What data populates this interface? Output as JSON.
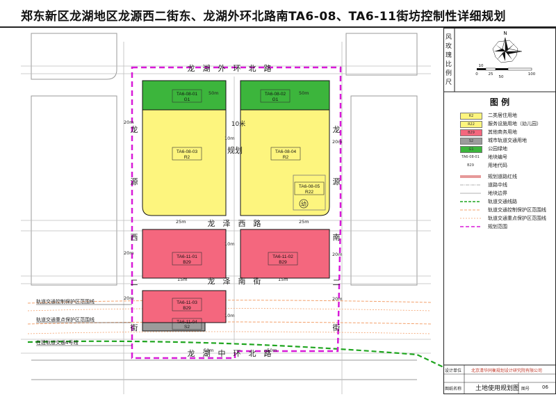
{
  "title": "郑东新区龙湖地区龙源西二街东、龙湖外环北路南TA6-08、TA6-11街坊控制性详细规划",
  "roads": {
    "top": "龙　湖　外　环　北　路",
    "mid": "龙　泽　西　路",
    "mid2": "龙　泽　南　街",
    "bottom": "龙　湖　中　环　北　路",
    "left": [
      "龙",
      "源",
      "西",
      "二",
      "街"
    ],
    "right": [
      "龙",
      "源",
      "南",
      "二",
      "街"
    ],
    "center": "规划",
    "ten_m": "10米"
  },
  "dims": {
    "d50": "50m",
    "d20": "20m",
    "d10": "10m",
    "d25": "25m",
    "d15": "15m"
  },
  "parcels": {
    "p0801": {
      "code": "TA6-08-01",
      "use": "G1"
    },
    "p0802": {
      "code": "TA6-08-02",
      "use": "G1"
    },
    "p0803": {
      "code": "TA6-08-03",
      "use": "R2"
    },
    "p0804": {
      "code": "TA6-08-04",
      "use": "R2"
    },
    "p0805": {
      "code": "TA6-08-05",
      "use": "R22",
      "mark": "幼"
    },
    "p1101": {
      "code": "TA6-11-01",
      "use": "B29"
    },
    "p1102": {
      "code": "TA6-11-02",
      "use": "B29"
    },
    "p1103": {
      "code": "TA6-11-03",
      "use": "B29"
    },
    "p1104": {
      "code": "TA6-11-04",
      "use": "S2"
    }
  },
  "rail_labels": {
    "control": "轨道交通控制保护区范围线",
    "key": "轨道交通重点保护区范围线",
    "line4": "在建轨道交通4号线"
  },
  "rose": {
    "label": "风玫瑰比例尺",
    "north": "N",
    "scale_ticks": [
      "0",
      "10",
      "25",
      "50",
      "100"
    ]
  },
  "legend": {
    "title": "图 例",
    "items": [
      {
        "swatch": "R2",
        "label": "二类居住用地",
        "color": "#fdf57e"
      },
      {
        "swatch": "R22",
        "label": "服务设施用地（幼儿园）",
        "color": "#fdf57e"
      },
      {
        "swatch": "B29",
        "label": "其他商务用地",
        "color": "#f4677e"
      },
      {
        "swatch": "S2",
        "label": "城市轨道交通用地",
        "color": "#9b9b9b"
      },
      {
        "swatch": "G1",
        "label": "公园绿地",
        "color": "#3cb53c"
      },
      {
        "swatch": "TA6-08-01",
        "label": "地块编号",
        "color": "#ffffff"
      },
      {
        "swatch": "B29",
        "label": "用地代码",
        "color": "#ffffff"
      },
      {
        "swatch": "",
        "label": "规划道路红线",
        "color": ""
      },
      {
        "swatch": "",
        "label": "道路中线",
        "color": ""
      },
      {
        "swatch": "",
        "label": "地块边界",
        "color": ""
      },
      {
        "swatch": "",
        "label": "轨道交通线路",
        "color": ""
      },
      {
        "swatch": "",
        "label": "轨道交通控制保护区范围线",
        "color": ""
      },
      {
        "swatch": "",
        "label": "轨道交通重点保护区范围线",
        "color": ""
      },
      {
        "swatch": "",
        "label": "规划范围",
        "color": ""
      }
    ]
  },
  "footer": {
    "unit_label": "设计单位",
    "unit_name": "北京清华同衡规划设计研究院有限公司",
    "sheet_label": "图纸名称",
    "sheet_name": "土地使用规划图",
    "no_label": "图号",
    "no_value": "06"
  },
  "colors": {
    "residential": "#fdf57e",
    "commercial": "#f4677e",
    "green": "#3cb53c",
    "rail_land": "#9b9b9b",
    "scope": "#d81ad8",
    "rail_line": "#1fa51f",
    "road_gray": "#e6e6e6"
  }
}
